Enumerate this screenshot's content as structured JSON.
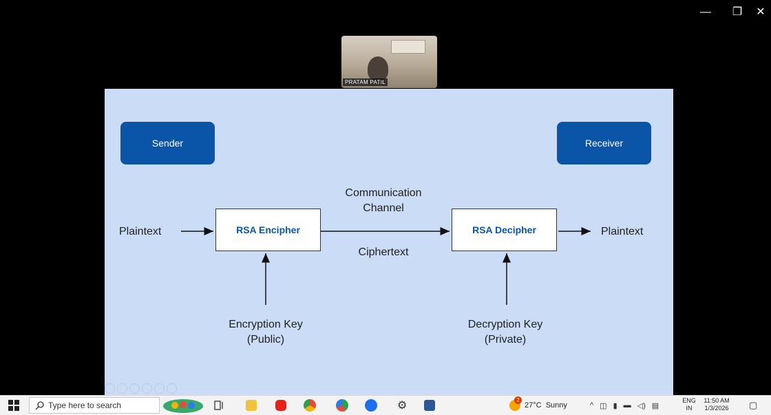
{
  "window": {
    "minimize": "—",
    "restore": "❐",
    "close": "✕"
  },
  "video": {
    "name": "PRATAM PATIL"
  },
  "slide": {
    "sender": "Sender",
    "receiver": "Receiver",
    "plaintext_in": "Plaintext",
    "encipher": "RSA Encipher",
    "channel_line1": "Communication",
    "channel_line2": "Channel",
    "ciphertext": "Ciphertext",
    "decipher": "RSA Decipher",
    "plaintext_out": "Plaintext",
    "enc_key_line1": "Encryption Key",
    "enc_key_line2": "(Public)",
    "dec_key_line1": "Decryption Key",
    "dec_key_line2": "(Private)"
  },
  "taskbar": {
    "search_placeholder": "Type here to search",
    "weather": "27°C  Sunny",
    "weather_badge": "2",
    "lang_line1": "ENG",
    "lang_line2": "IN",
    "time": "11:50 AM",
    "date": "1/3/2026",
    "colors": {
      "edge_blue": "#1f6feb",
      "youtube_red": "#e62117",
      "chrome_yellow": "#f4b400",
      "word_blue": "#2b5797"
    }
  }
}
